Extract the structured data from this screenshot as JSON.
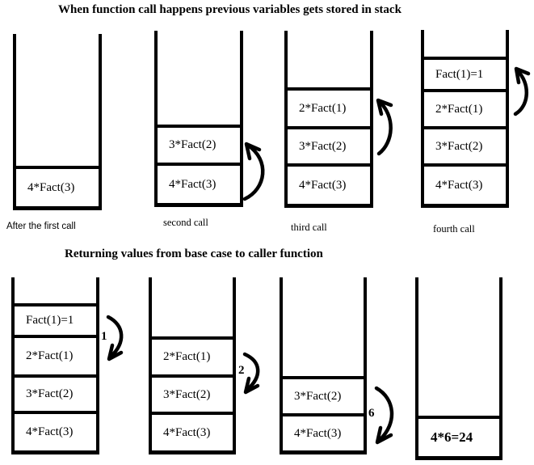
{
  "colors": {
    "ink": "#000000",
    "background": "#ffffff"
  },
  "top_section": {
    "title": "When function call happens previous variables gets stored in stack",
    "stacks": [
      {
        "caption": "After the first call",
        "cells": [
          "4*Fact(3)"
        ]
      },
      {
        "caption": "second call",
        "cells": [
          "3*Fact(2)",
          "4*Fact(3)"
        ]
      },
      {
        "caption": "third call",
        "cells": [
          "2*Fact(1)",
          "3*Fact(2)",
          "4*Fact(3)"
        ]
      },
      {
        "caption": "fourth call",
        "cells": [
          "Fact(1)=1",
          "2*Fact(1)",
          "3*Fact(2)",
          "4*Fact(3)"
        ]
      }
    ]
  },
  "bottom_section": {
    "title": "Returning values from base case to caller function",
    "stacks": [
      {
        "cells": [
          "Fact(1)=1",
          "2*Fact(1)",
          "3*Fact(2)",
          "4*Fact(3)"
        ],
        "return_value": "1"
      },
      {
        "cells": [
          "2*Fact(1)",
          "3*Fact(2)",
          "4*Fact(3)"
        ],
        "return_value": "2"
      },
      {
        "cells": [
          "3*Fact(2)",
          "4*Fact(3)"
        ],
        "return_value": "6"
      },
      {
        "cells": [
          "4*6=24"
        ]
      }
    ]
  }
}
